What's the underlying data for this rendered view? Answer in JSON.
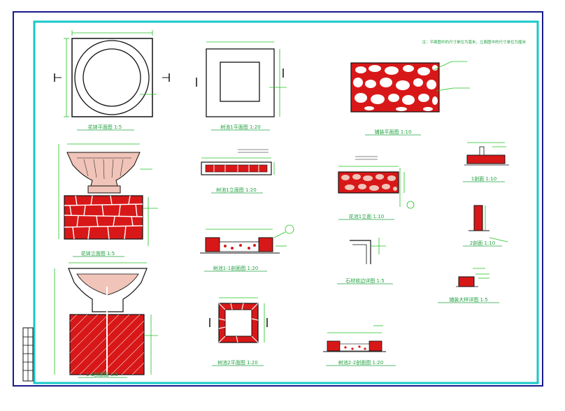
{
  "colors": {
    "outer_frame": "#1a1a8c",
    "inner_frame": "#18c8c8",
    "outline": "#111111",
    "stone": "#d81818",
    "dimension": "#20c020",
    "label": "#20a040",
    "pink": "#f0c4b8"
  },
  "header": {
    "note": "注：平面图中的尺寸单位为毫米，立面图中的尺寸单位为厘米"
  },
  "drawings": {
    "urn_plan": {
      "title": "花钵平面图 1:5"
    },
    "urn_elevation": {
      "title": "花钵立面图 1:5"
    },
    "urn_section": {
      "title": "1-1剖面图 1:5"
    },
    "planter_plan": {
      "title": "树池1平面图 1:20"
    },
    "planter_elevation": {
      "title": "树池1立面图 1:20"
    },
    "planter_section": {
      "title": "树池1-1剖面图 1:20"
    },
    "planter2_plan": {
      "title": "树池2平面图 1:20"
    },
    "planter2_section": {
      "title": "树池2-2剖面图 1:20"
    },
    "paving_plan": {
      "title": "铺装平面图 1:10"
    },
    "wall_elevation": {
      "title": "花池1立面 1:10"
    },
    "edge_detail": {
      "title": "石材收边详图 1:5"
    },
    "section_a": {
      "title": "1剖面 1:10"
    },
    "section_b": {
      "title": "2剖面 1:10"
    },
    "stone_detail": {
      "title": "铺装大样详图 1:5"
    }
  }
}
